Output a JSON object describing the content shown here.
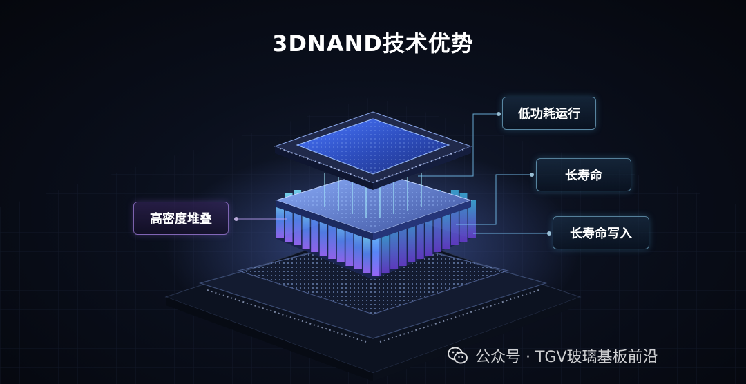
{
  "title": "3DNAND技术优势",
  "callouts": {
    "low_power": "低功耗运行",
    "long_life": "长寿命",
    "long_life_write": "长寿命写入",
    "high_density": "高密度堆叠"
  },
  "watermark": {
    "text": "公众号 · TGV玻璃基板前沿"
  },
  "colors": {
    "glow_cyan": "#5fd6ff",
    "glow_blue": "#4a7dff",
    "glow_purple": "#a96bff",
    "callout_border": "#96dcff"
  },
  "icons": [
    "wechat-icon"
  ]
}
